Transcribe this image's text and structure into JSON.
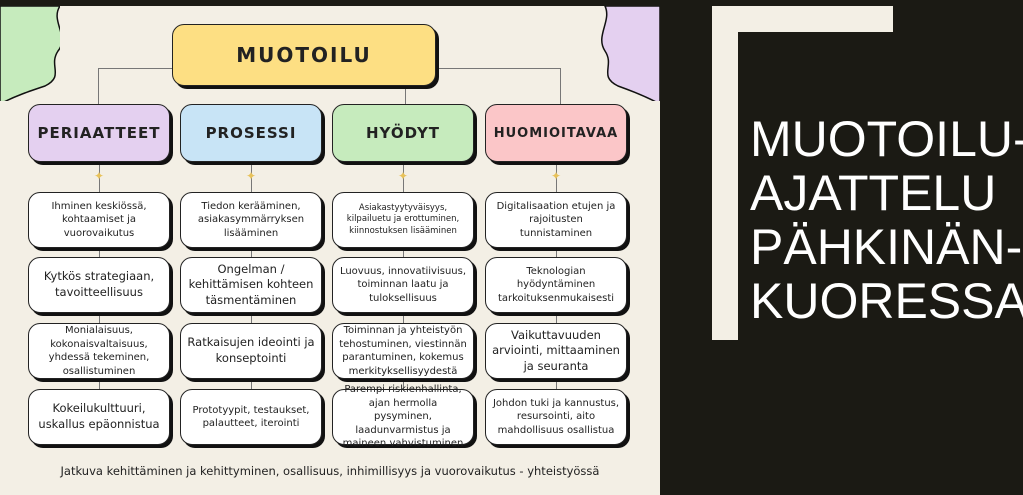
{
  "root": "MUOTOILU",
  "columns": [
    {
      "header": "PERIAATTEET",
      "color": "#e4d0f0",
      "items": [
        "Ihminen keskiössä, kohtaamiset ja vuorovaikutus",
        "Kytkös strategiaan, tavoitteellisuus",
        "Monialaisuus, kokonaisvaltaisuus, yhdessä tekeminen, osallistuminen",
        "Kokeilukulttuuri, uskallus epäonnistua"
      ]
    },
    {
      "header": "PROSESSI",
      "color": "#c8e4f6",
      "items": [
        "Tiedon kerääminen, asiakasymmärryksen lisääminen",
        "Ongelman / kehittämisen kohteen täsmentäminen",
        "Ratkaisujen ideointi ja konseptointi",
        "Prototyypit, testaukset, palautteet, iterointi"
      ]
    },
    {
      "header": "HYÖDYT",
      "color": "#c6ebbd",
      "items": [
        "Asiakastyytyväisyys, kilpailuetu ja erottuminen, kiinnostuksen lisääminen",
        "Luovuus, innovatiivisuus, toiminnan laatu ja tuloksellisuus",
        "Toiminnan ja yhteistyön tehostuminen, viestinnän parantuminen, kokemus merkityksellisyydestä",
        "Parempi riskienhallinta, ajan hermolla pysyminen, laadunvarmistus ja maineen vahvistuminen"
      ]
    },
    {
      "header": "HUOMIOITAVAA",
      "color": "#fbc6c8",
      "items": [
        "Digitalisaation etujen ja rajoitusten tunnistaminen",
        "Teknologian hyödyntäminen tarkoituksenmukaisesti",
        "Vaikuttavuuden arviointi, mittaaminen ja seuranta",
        "Johdon tuki ja kannustus, resursointi, aito mahdollisuus osallistua"
      ]
    }
  ],
  "footer": "Jatkuva kehittäminen ja kehittyminen, osallisuus, inhimillisyys ja vuorovaikutus - yhteistyössä",
  "title_lines": [
    "MUOTOILU-",
    "AJATTELU",
    "PÄHKINÄN-",
    "KUORESSA"
  ]
}
